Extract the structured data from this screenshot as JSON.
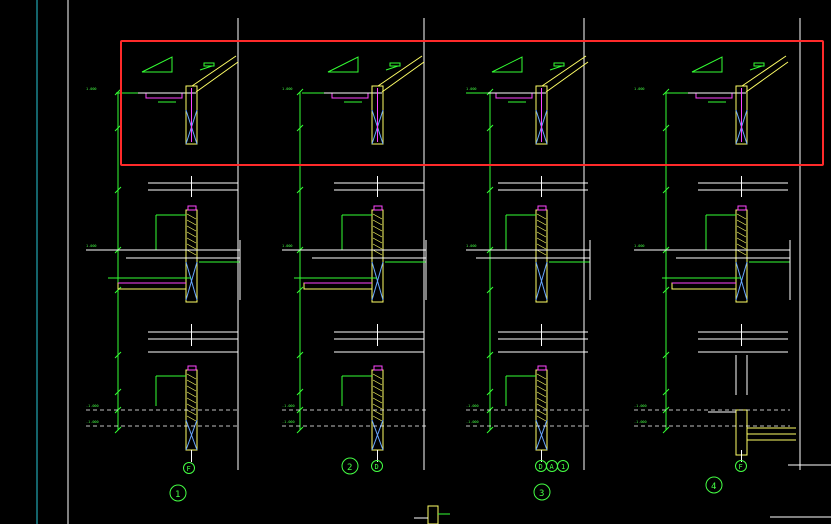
{
  "colors": {
    "background": "#000000",
    "wall_outline": "#ffff66",
    "dimension_green": "#33ff33",
    "grid_white": "#ffffff",
    "selection_red": "#ff2a2a",
    "cyan_border": "#27c7d6",
    "magenta": "#ff44ff",
    "rebar_blue": "#6aa8ff",
    "label_green": "#44ff44"
  },
  "elevation_labels": {
    "top": "1.000",
    "middle": "1.000",
    "bottom_a": "-1.000",
    "bottom_b": "-1.000"
  },
  "section_marks": {
    "s1": "1",
    "s2": "2",
    "s3": "3",
    "s4": "4"
  },
  "axis_marks": {
    "a1": "F",
    "a2": "D",
    "a3a": "D",
    "a3b": "A",
    "a3c": "1",
    "a4": "F"
  },
  "selection": {
    "label": "selected-region"
  }
}
